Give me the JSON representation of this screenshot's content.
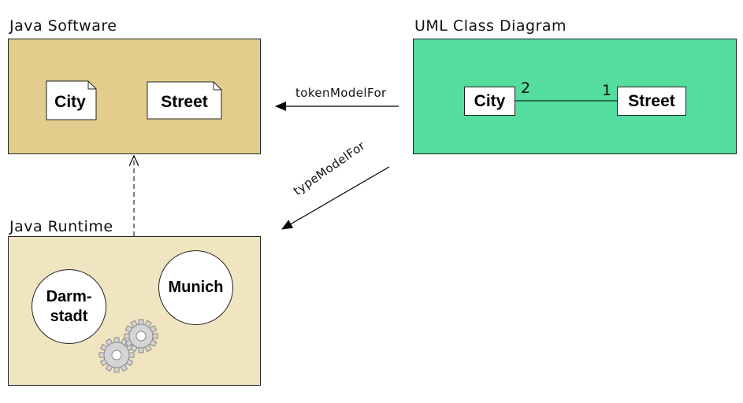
{
  "java_software": {
    "title": "Java Software",
    "files": [
      "City",
      "Street"
    ]
  },
  "uml_diagram": {
    "title": "UML Class Diagram",
    "classes": [
      "City",
      "Street"
    ],
    "association": {
      "city_end_multiplicity": "2",
      "street_end_multiplicity": "1"
    }
  },
  "java_runtime": {
    "title": "Java Runtime",
    "objects": {
      "darmstadt_line1": "Darm-",
      "darmstadt_line2": "stadt",
      "munich": "Munich"
    },
    "icon": "gears-icon"
  },
  "edges": {
    "token_model": "tokenModelFor",
    "type_model": "typeModelFor"
  },
  "colors": {
    "java_software_fill": "#e2cd8c",
    "uml_fill": "#55dc9f",
    "runtime_fill": "#f1e4c0"
  }
}
